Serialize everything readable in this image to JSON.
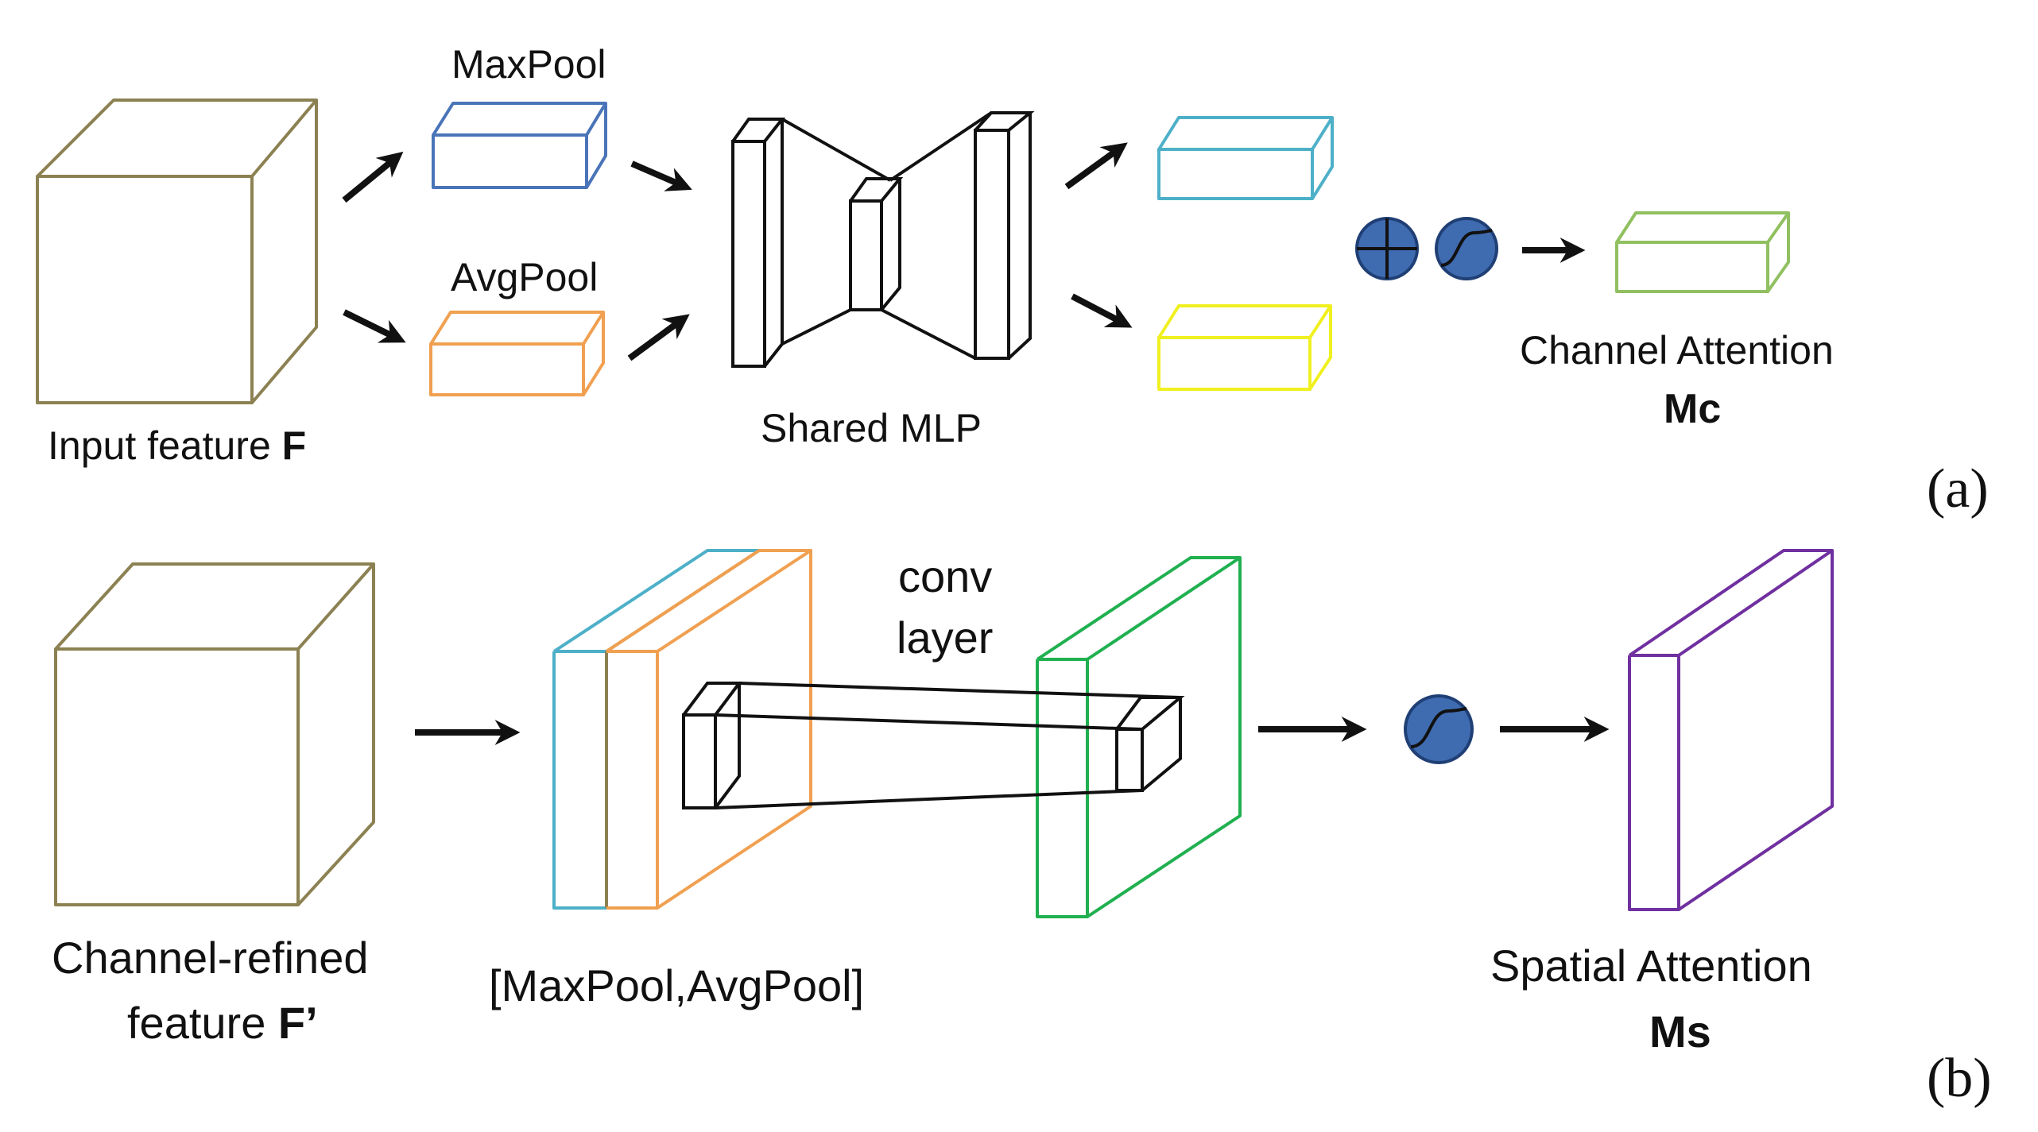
{
  "diagram": {
    "panel_a": {
      "input_label": "Input feature ",
      "input_symbol": "F",
      "maxpool_label": "MaxPool",
      "avgpool_label": "AvgPool",
      "mlp_label": "Shared MLP",
      "output_label": "Channel Attention",
      "output_symbol": "Mc",
      "panel_tag": "(a)"
    },
    "panel_b": {
      "input_label_line1": "Channel-refined",
      "input_label_line2": "feature ",
      "input_symbol": "F’",
      "pool_label": "[MaxPool,AvgPool]",
      "conv_label_line1": "conv",
      "conv_label_line2": "layer",
      "output_label": "Spatial  Attention",
      "output_symbol": "Ms",
      "panel_tag": "(b)"
    },
    "colors": {
      "input_cube": "#8c8152",
      "maxpool": "#4a74b8",
      "avgpool": "#f0a050",
      "mlp_out_top": "#4db0c8",
      "mlp_out_bottom": "#f0f020",
      "channel_attention": "#90c060",
      "conv_output": "#20b050",
      "spatial_attention": "#7030a0",
      "operator_fill": "#3f6bb0"
    }
  }
}
